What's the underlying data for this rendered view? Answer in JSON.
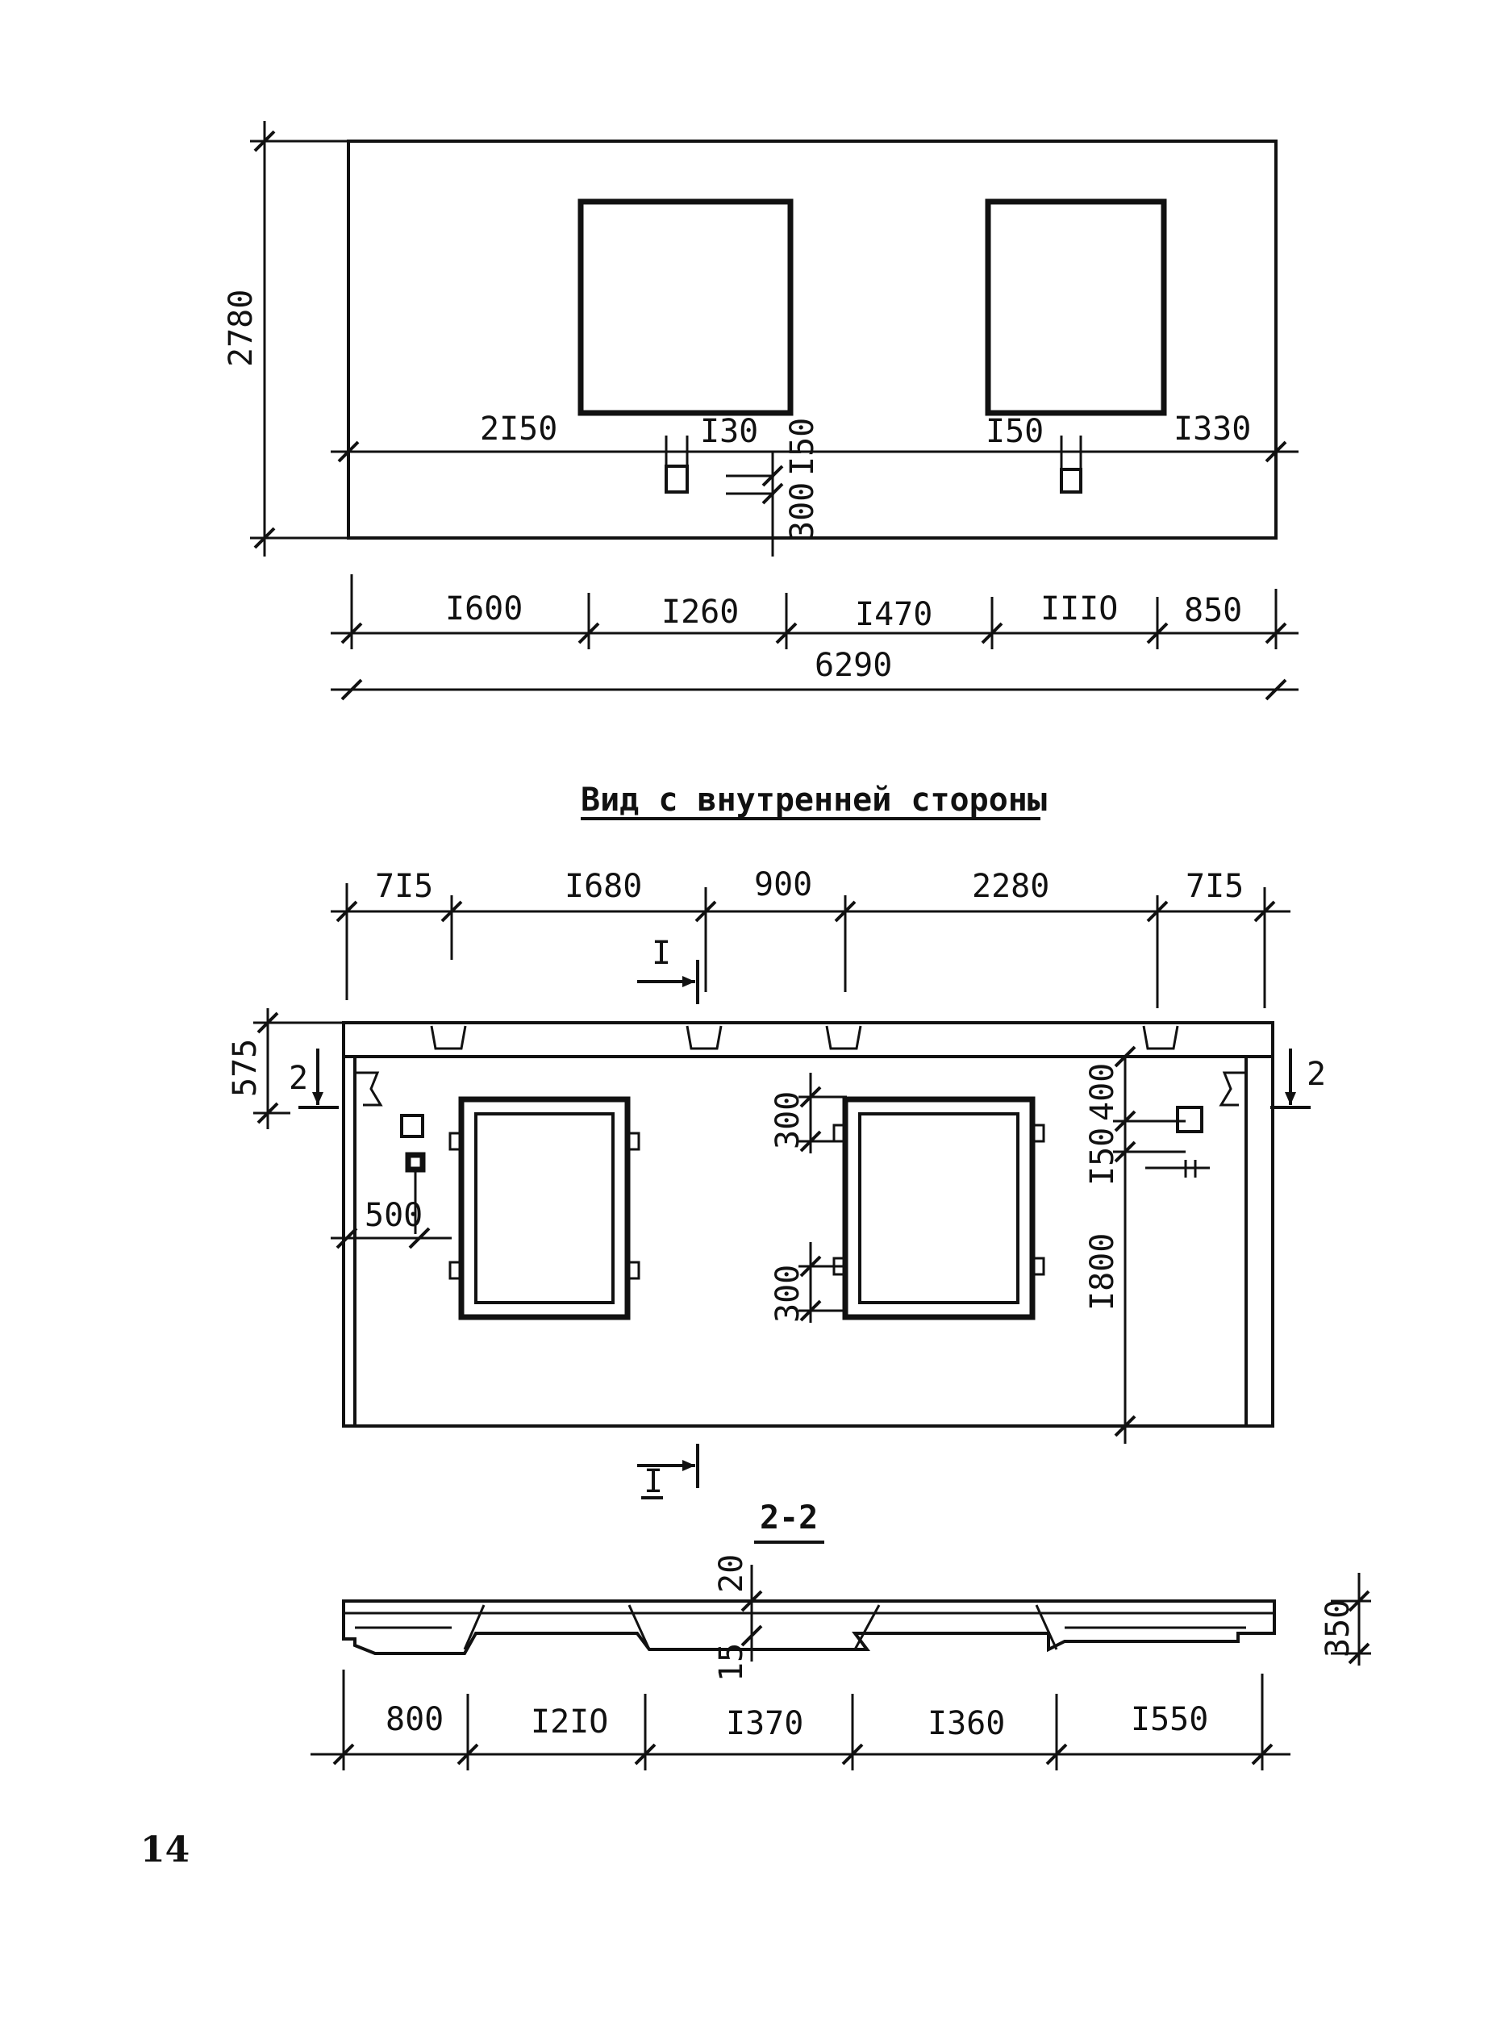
{
  "elevation": {
    "height": "2780",
    "left_to_opening": "2I50",
    "small_offset_1": "I30",
    "small_offset_2": "I50",
    "small_height": "300",
    "right_offset_small": "I50",
    "right_to_edge": "I330",
    "segments": [
      "I600",
      "I260",
      "I470",
      "IIIO",
      "850"
    ],
    "total_width": "6290"
  },
  "inner_view": {
    "title": "Вид с внутренней стороны",
    "top_segments": [
      "7I5",
      "I680",
      "900",
      "2280",
      "7I5"
    ],
    "section_marker": "I",
    "section_marker_bottom": "I",
    "left_height": "575",
    "section_2": "2",
    "section_2_right": "2",
    "left_offset": "500",
    "hinge_gap_top": "300",
    "hinge_gap_bottom": "300",
    "right_dim_1": "400",
    "right_dim_2": "I50",
    "right_dim_3": "I800"
  },
  "section_2_2": {
    "title": "2-2",
    "top_thickness": "20",
    "bottom_thickness": "15",
    "depth": "350",
    "segments": [
      "800",
      "I2IO",
      "I370",
      "I360",
      "I550"
    ]
  },
  "page_number": "14"
}
